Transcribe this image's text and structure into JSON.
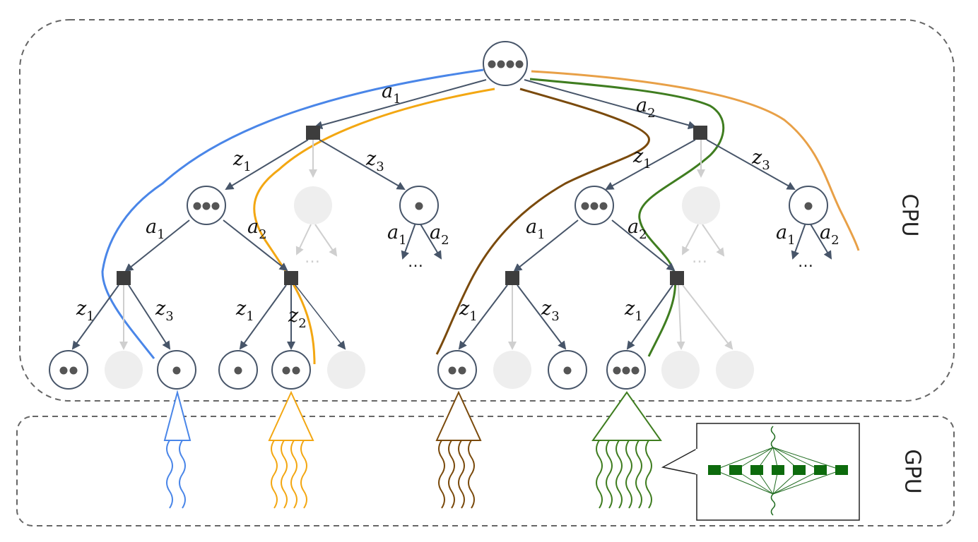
{
  "regions": {
    "cpu": "CPU",
    "gpu": "GPU"
  },
  "colors": {
    "blue": "#4a86e8",
    "yellow": "#f3a712",
    "brown": "#7a4a0c",
    "green": "#3f7d20",
    "orange": "#e8a047",
    "edge": "#475569",
    "faded": "#cfcfcf",
    "node_fill": "#ffffff",
    "faded_fill": "#eeeeee"
  },
  "labels": {
    "a1": {
      "base": "a",
      "sub": "1"
    },
    "a2": {
      "base": "a",
      "sub": "2"
    },
    "z1": {
      "base": "z",
      "sub": "1"
    },
    "z2": {
      "base": "z",
      "sub": "2"
    },
    "z3": {
      "base": "z",
      "sub": "3"
    },
    "ellipsis": "…"
  }
}
